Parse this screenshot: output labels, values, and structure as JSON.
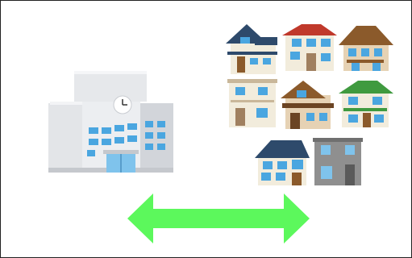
{
  "illustration": {
    "school_label": "",
    "houses": [
      {
        "id": "house-1",
        "roof": "navy"
      },
      {
        "id": "house-2",
        "roof": "red"
      },
      {
        "id": "house-3",
        "roof": "brown"
      },
      {
        "id": "house-4",
        "roof": "flat"
      },
      {
        "id": "house-5",
        "roof": "brown"
      },
      {
        "id": "house-6",
        "roof": "green"
      },
      {
        "id": "house-7",
        "roof": "navy"
      },
      {
        "id": "house-8",
        "roof": "flat-gray"
      }
    ],
    "arrow": "double-headed"
  },
  "colors": {
    "arrow": "#5cf85c",
    "school_wall": "#e3e5e8",
    "school_shadow": "#c5c8cd",
    "window_blue": "#4aa6e0",
    "door_blue": "#7fc3ec",
    "roof_navy": "#2e4a6b",
    "roof_red": "#c0392b",
    "roof_brown": "#8b5a2b",
    "roof_green": "#3f9a3f",
    "wall_cream": "#f2ecdc",
    "wall_beige": "#e6d2b4",
    "wall_gray": "#8f8f8f"
  }
}
